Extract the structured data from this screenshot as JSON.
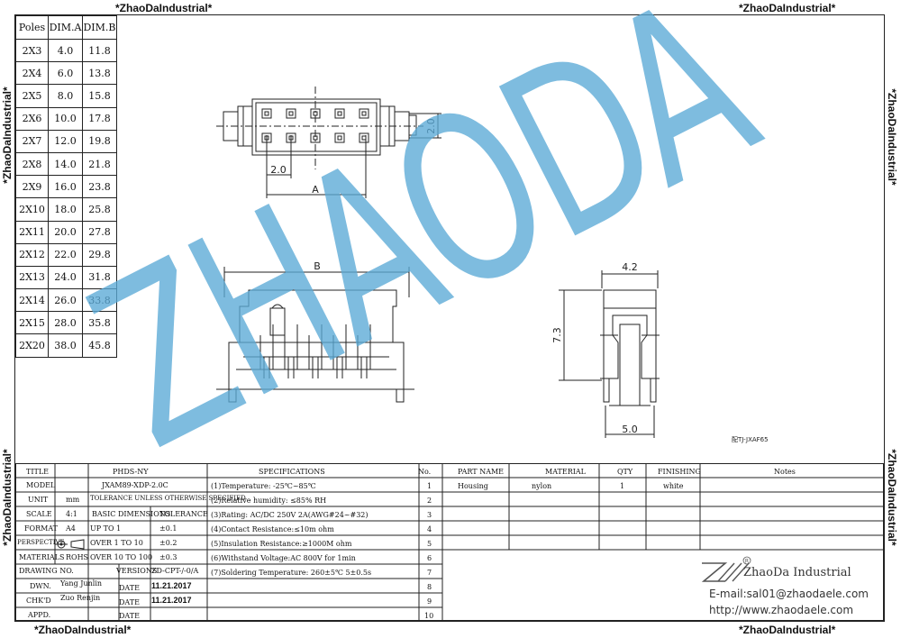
{
  "brand_text": "*ZhaoDaIndustrial*",
  "watermark": "ZHAODA",
  "watermark_color": "#5aa9d6",
  "dim_table": {
    "headers": [
      "Poles",
      "DIM.A",
      "DIM.B"
    ],
    "rows": [
      [
        "2X3",
        "4.0",
        "11.8"
      ],
      [
        "2X4",
        "6.0",
        "13.8"
      ],
      [
        "2X5",
        "8.0",
        "15.8"
      ],
      [
        "2X6",
        "10.0",
        "17.8"
      ],
      [
        "2X7",
        "12.0",
        "19.8"
      ],
      [
        "2X8",
        "14.0",
        "21.8"
      ],
      [
        "2X9",
        "16.0",
        "23.8"
      ],
      [
        "2X10",
        "18.0",
        "25.8"
      ],
      [
        "2X11",
        "20.0",
        "27.8"
      ],
      [
        "2X12",
        "22.0",
        "29.8"
      ],
      [
        "2X13",
        "24.0",
        "31.8"
      ],
      [
        "2X14",
        "26.0",
        "33.8"
      ],
      [
        "2X15",
        "28.0",
        "35.8"
      ],
      [
        "2X20",
        "38.0",
        "45.8"
      ]
    ]
  },
  "drawing": {
    "dim_a_label": "A",
    "dim_b_label": "B",
    "pitch_h": "2.0",
    "pitch_v": "2.0",
    "side_width": "4.2",
    "side_height": "7.3",
    "side_base": "5.0",
    "part_code": "配TJ-JXAF65"
  },
  "title_block": {
    "title_label": "TITLE",
    "title_value": "PHDS-NY",
    "model_label": "MODEL",
    "model_value": "JXAM89-XDP-2.0C",
    "unit_label": "UNIT",
    "unit_value": "mm",
    "tolerance_note": "TOLERANCE UNLESS OTHERWISE SPECIFIED",
    "scale_label": "SCALE",
    "scale_value": "4:1",
    "basic_dims": "BASIC DIMENSIONS",
    "tolerance_label": "TOLERANCE",
    "format_label": "FORMAT",
    "format_value": "A4",
    "range1": "UP TO 1",
    "tol1": "±0.1",
    "perspective_label": "PERSPECTIVE",
    "range2": "OVER 1 TO 10",
    "tol2": "±0.2",
    "materials_label": "MATERIALS",
    "materials_value": "ROHS",
    "range3": "OVER 10 TO 100",
    "tol3": "±0.3",
    "drawing_no_label": "DRAWING NO.",
    "versions_label": "VERSIONS",
    "versions_value": "ZD-CPT-/-0/A",
    "dwn_label": "DWN.",
    "dwn_value": "Yang Junlin",
    "date_label": "DATE",
    "dwn_date": "11.21.2017",
    "chkd_label": "CHK'D",
    "chkd_value": "Zuo Renjin",
    "chkd_date": "11.21.2017",
    "appd_label": "APPD.",
    "specs_header": "SPECIFICATIONS",
    "specs": [
      "(1)Temperature: -25℃~85℃",
      "(2)Relative humidity: ≤85% RH",
      "(3)Rating: AC/DC 250V 2A(AWG#24~#32)",
      "(4)Contact Resistance:≤10m ohm",
      "(5)Insulation Resistance:≥1000M ohm",
      "(6)Withstand Voltage:AC 800V for 1min",
      "(7)Soldering Temperature: 260±5℃ 5±0.5s"
    ],
    "no_header": "No.",
    "nos": [
      "1",
      "2",
      "3",
      "4",
      "5",
      "6",
      "7",
      "8",
      "9",
      "10"
    ],
    "part_name_header": "PART NAME",
    "material_header": "MATERIAL",
    "qty_header": "QTY",
    "finishing_header": "FINISHING",
    "notes_header": "Notes",
    "part_name": "Housing",
    "material": "nylon",
    "qty": "1",
    "finishing": "white",
    "company": "ZhaoDa Industrial",
    "email": "E-mail:sal01@zhaodaele.com",
    "website": "http://www.zhaodaele.com"
  }
}
